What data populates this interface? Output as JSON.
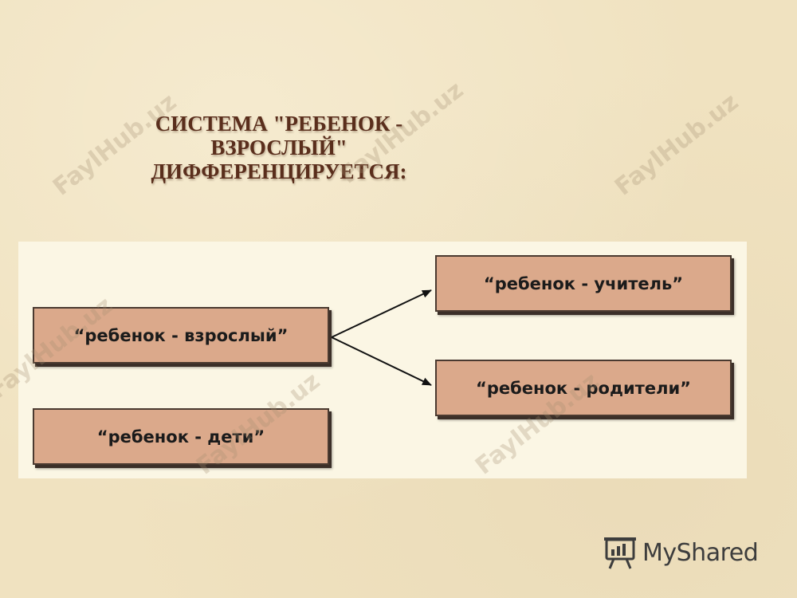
{
  "slide": {
    "title_lines": [
      "СИСТЕМА \"РЕБЕНОК -",
      "ВЗРОСЛЫЙ\"",
      "ДИФФЕРЕНЦИРУЕТСЯ:"
    ]
  },
  "diagram": {
    "nodes": {
      "child_adult": "“ребенок - взрослый”",
      "child_children": "“ребенок - дети”",
      "child_teacher": "“ребенок - учитель”",
      "child_parents": "“ребенок - родители”"
    },
    "edges": [
      {
        "from": "child_adult",
        "to": "child_teacher"
      },
      {
        "from": "child_adult",
        "to": "child_parents"
      }
    ]
  },
  "watermark": {
    "text": "FaylHub.uz"
  },
  "logo": {
    "text": "MyShared",
    "icon": "presentation-board-icon"
  },
  "colors": {
    "background": "#f0e2c0",
    "panel": "#fbf6e4",
    "box_fill": "#dba98b",
    "title": "#5a2e1c"
  }
}
